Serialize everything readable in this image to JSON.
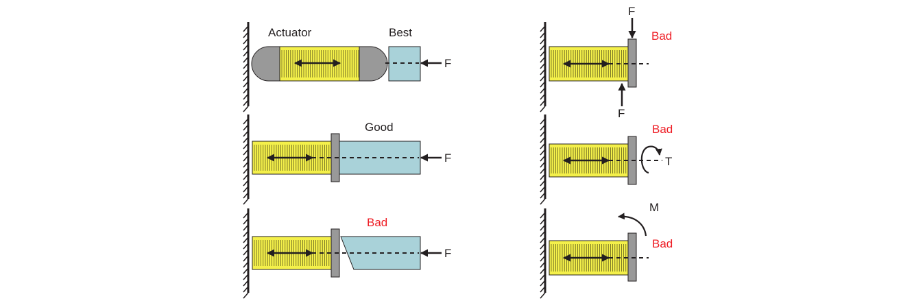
{
  "colors": {
    "actuator_fill": "#f4f04a",
    "actuator_stripe": "#4d4a1a",
    "endcap_fill": "#999999",
    "load_fill": "#a9d2d9",
    "outline": "#231f20",
    "bad_label": "#ee1c24"
  },
  "labels": {
    "actuator": "Actuator",
    "best": "Best",
    "good": "Good",
    "bad": "Bad",
    "force": "F",
    "torque": "T",
    "moment": "M"
  },
  "panels": [
    {
      "id": "best",
      "verdict": "Best",
      "load": "force",
      "connection": "rounded end caps with separate load block"
    },
    {
      "id": "good",
      "verdict": "Good",
      "load": "force",
      "connection": "flat plate with aligned load"
    },
    {
      "id": "bad-wedge",
      "verdict": "Bad",
      "load": "force",
      "connection": "flat plate with angled load"
    },
    {
      "id": "bad-side",
      "verdict": "Bad",
      "load": "side forces",
      "connection": "flat plate"
    },
    {
      "id": "bad-torque",
      "verdict": "Bad",
      "load": "torque",
      "connection": "flat plate"
    },
    {
      "id": "bad-moment",
      "verdict": "Bad",
      "load": "moment",
      "connection": "flat plate"
    }
  ]
}
